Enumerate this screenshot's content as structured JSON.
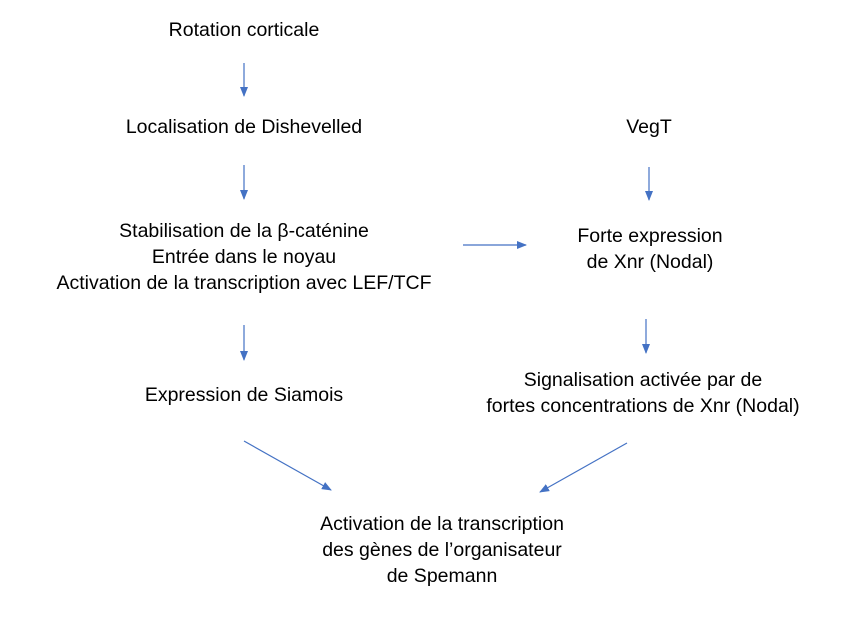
{
  "diagram": {
    "arrow_color": "#4472C4",
    "text_color": "#000000",
    "background": "#FFFFFF",
    "nodes": {
      "rotation": {
        "lines": [
          "Rotation corticale"
        ]
      },
      "dishevelled": {
        "lines": [
          "Localisation de Dishevelled"
        ]
      },
      "vegt": {
        "lines": [
          "VegT"
        ]
      },
      "beta_catenin": {
        "lines": [
          "Stabilisation de la β-caténine",
          "Entrée dans le noyau",
          "Activation de la transcription avec LEF/TCF"
        ]
      },
      "xnr_expression": {
        "lines": [
          "Forte expression",
          "de Xnr (Nodal)"
        ]
      },
      "siamois": {
        "lines": [
          "Expression de Siamois"
        ]
      },
      "nodal_signaling": {
        "lines": [
          "Signalisation activée par de",
          "fortes concentrations de Xnr (Nodal)"
        ]
      },
      "organizer": {
        "lines": [
          "Activation de la transcription",
          "des gènes de l’organisateur",
          "de Spemann"
        ]
      }
    },
    "edges": [
      {
        "from": "rotation",
        "to": "dishevelled"
      },
      {
        "from": "dishevelled",
        "to": "beta_catenin"
      },
      {
        "from": "vegt",
        "to": "xnr_expression"
      },
      {
        "from": "beta_catenin",
        "to": "xnr_expression"
      },
      {
        "from": "beta_catenin",
        "to": "siamois"
      },
      {
        "from": "xnr_expression",
        "to": "nodal_signaling"
      },
      {
        "from": "siamois",
        "to": "organizer"
      },
      {
        "from": "nodal_signaling",
        "to": "organizer"
      }
    ]
  }
}
